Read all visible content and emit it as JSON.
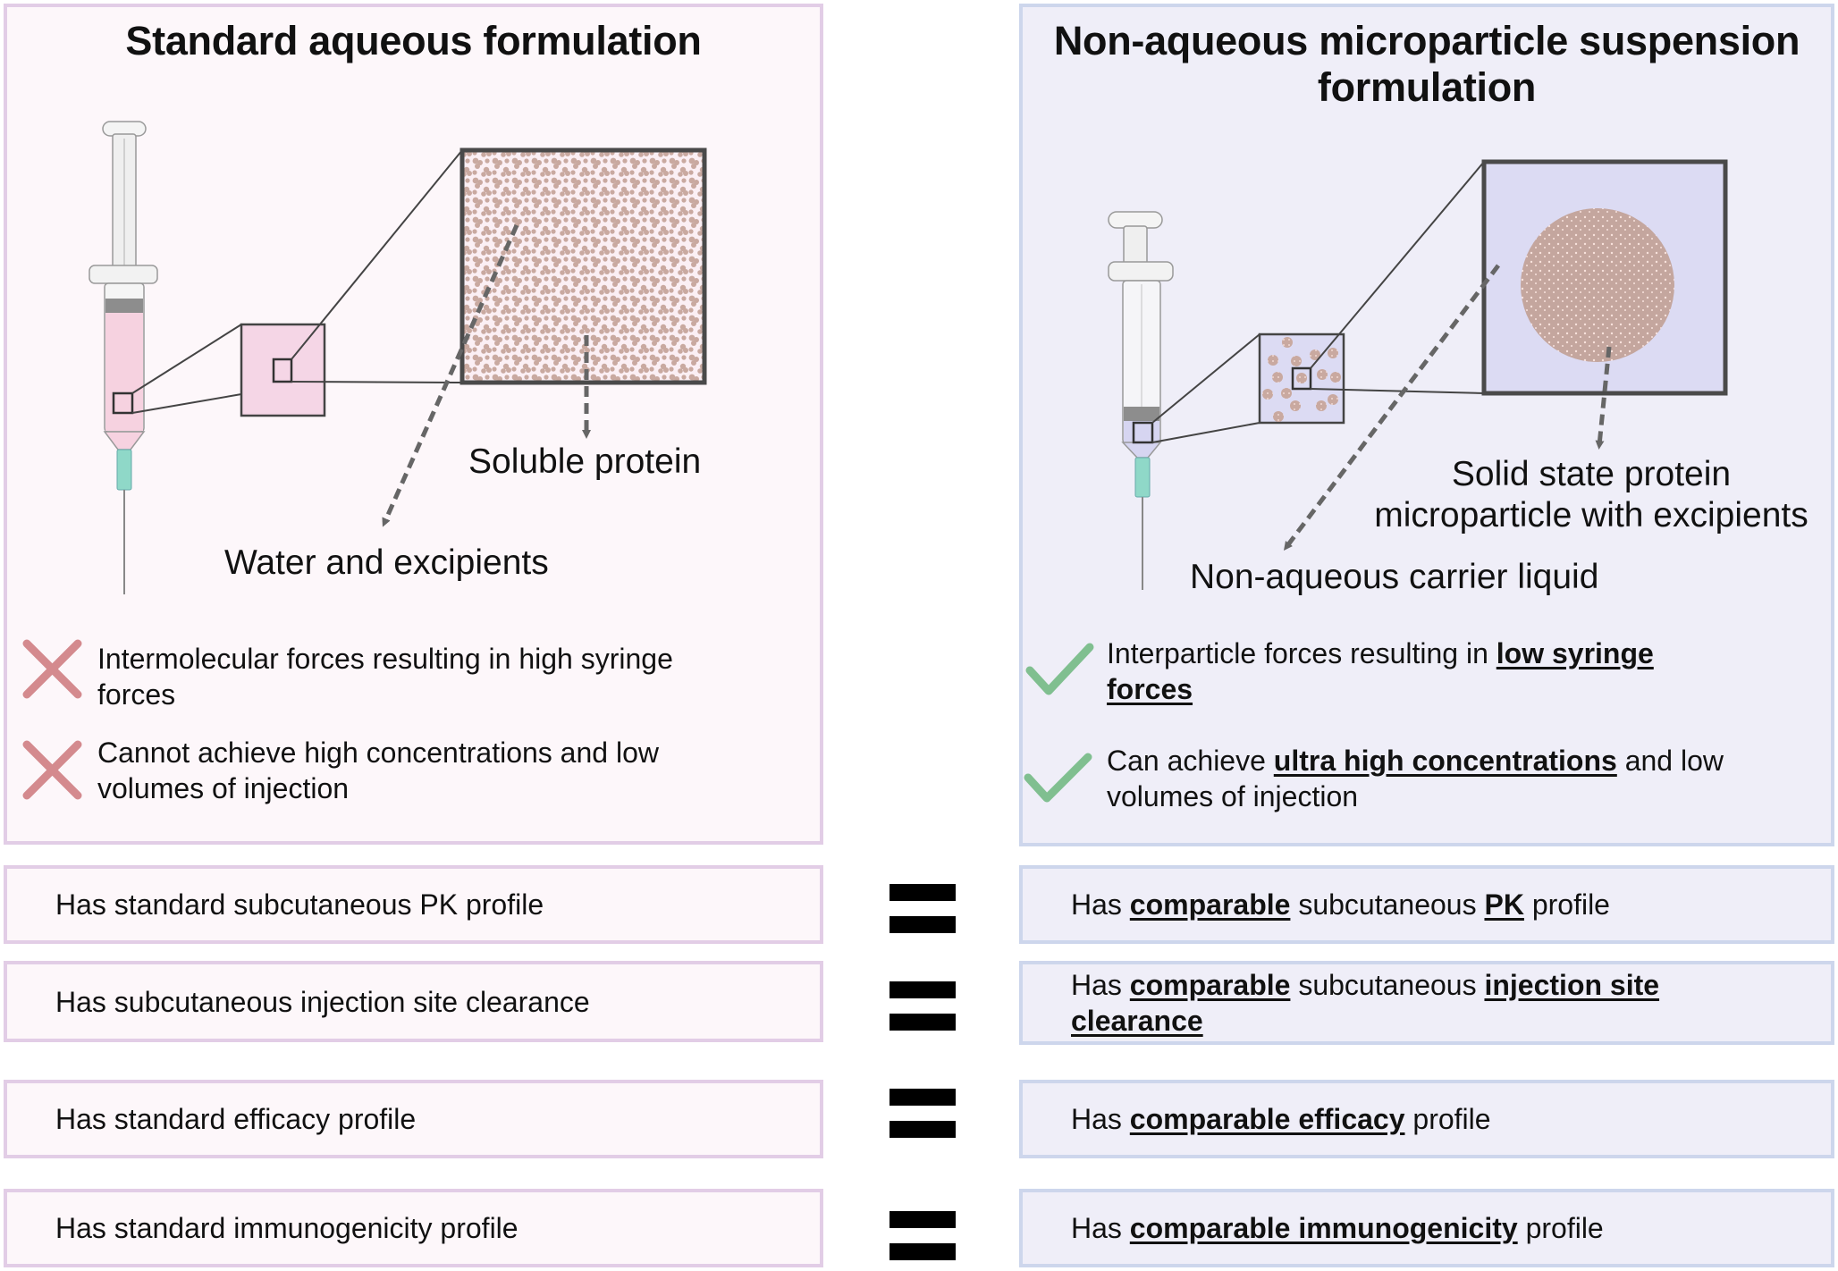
{
  "left": {
    "title": "Standard aqueous formulation",
    "label_protein": "Soluble protein",
    "label_solvent": "Water and excipients",
    "bullets": [
      {
        "icon": "cross-icon",
        "line1": "Intermolecular forces resulting in high syringe",
        "line2": "forces"
      },
      {
        "icon": "cross-icon",
        "line1": "Cannot achieve high concentrations and low",
        "line2": "volumes of injection"
      }
    ]
  },
  "right": {
    "title_line1": "Non-aqueous microparticle suspension",
    "title_line2": "formulation",
    "label_particle_line1": "Solid state protein",
    "label_particle_line2": "microparticle with excipients",
    "label_carrier": "Non-aqueous carrier liquid",
    "bullets": [
      {
        "icon": "check-icon",
        "pre": "Interparticle forces resulting in ",
        "bold1": "low syringe",
        "bold2": "forces",
        "post": ""
      },
      {
        "icon": "check-icon",
        "pre": "Can achieve ",
        "bold1": "ultra high concentrations",
        "post": " and low",
        "line2": "volumes of injection"
      }
    ]
  },
  "comparisons": [
    {
      "left": "Has standard subcutaneous PK profile",
      "right": {
        "t1": "Has ",
        "b1": "comparable",
        "t2": " subcutaneous ",
        "b2": "PK",
        "t3": " profile"
      }
    },
    {
      "left": "Has subcutaneous injection site clearance",
      "right": {
        "t1": "Has ",
        "b1": "comparable",
        "t2": " subcutaneous ",
        "b2": "injection site",
        "b3": "clearance"
      }
    },
    {
      "left": "Has standard efficacy profile",
      "right": {
        "t1": "Has ",
        "b1": "comparable efficacy",
        "t2": " profile"
      }
    },
    {
      "left": "Has standard immunogenicity profile",
      "right": {
        "t1": "Has ",
        "b1": "comparable immunogenicity",
        "t2": " profile"
      }
    }
  ],
  "equals_symbol": "=",
  "colors": {
    "left_bg": "#fdf7fa",
    "left_border": "#e2cde6",
    "right_bg": "#efeef8",
    "right_border": "#cdd6ec",
    "cross": "#d48a8e",
    "check": "#80bf90",
    "protein": "#c9a9a0",
    "aqueous_fill": "#f5d6e6",
    "nonaqueous_fill": "#dcdbf3",
    "needle_hub": "#8fd8c8"
  }
}
